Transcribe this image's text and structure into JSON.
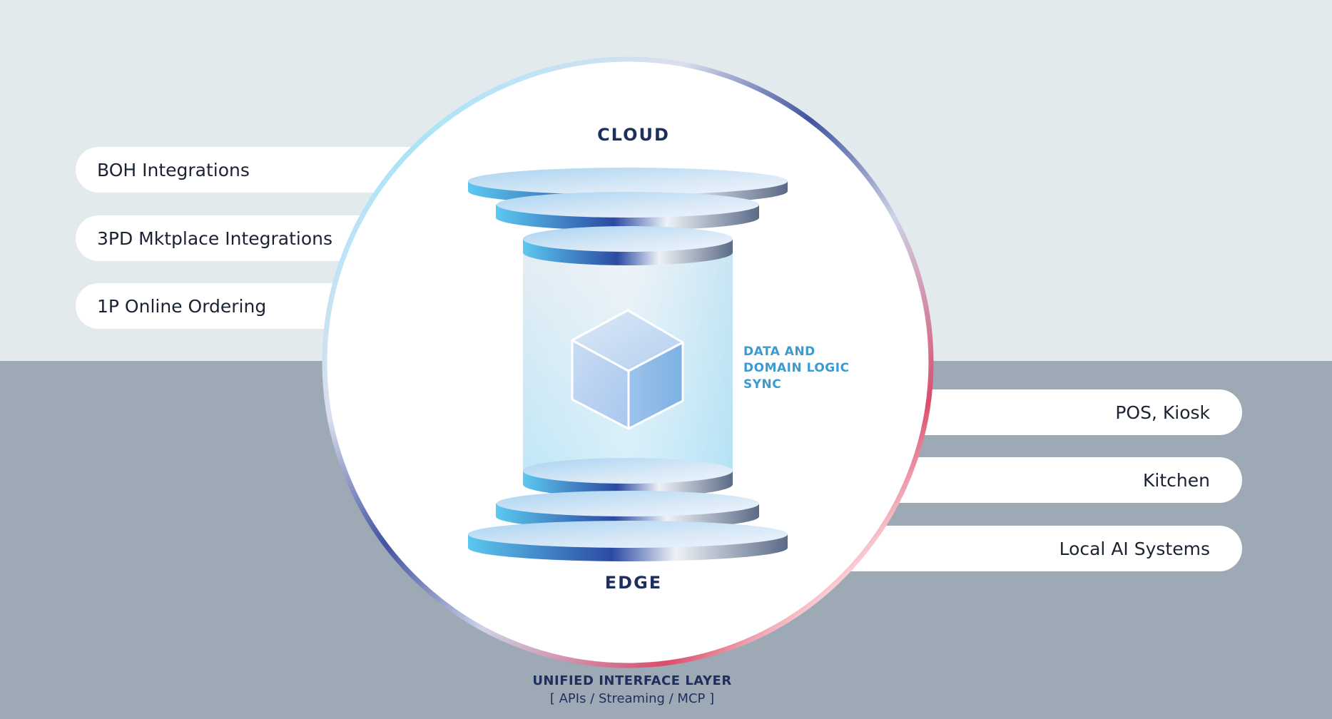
{
  "left_items": [
    {
      "label": "BOH Integrations"
    },
    {
      "label": "3PD Mktplace Integrations"
    },
    {
      "label": "1P Online Ordering"
    }
  ],
  "right_items": [
    {
      "label": "POS, Kiosk"
    },
    {
      "label": "Kitchen"
    },
    {
      "label": "Local AI Systems"
    }
  ],
  "cloud_label": "CLOUD",
  "edge_label": "EDGE",
  "sync_label_lines": [
    "DATA AND",
    "DOMAIN LOGIC",
    "SYNC"
  ],
  "unified_layer": {
    "title": "UNIFIED INTERFACE LAYER",
    "subtitle": "[ APIs / Streaming / MCP ]"
  },
  "colors": {
    "top_background": "#e3eaee",
    "bottom_background": "#9ea9b6",
    "navy": "#1e2f5d",
    "accent_blue": "#3b9bd1",
    "ring_blue": "#2b3f94",
    "ring_cyan": "#5cc8ef",
    "ring_red": "#e8334f"
  }
}
